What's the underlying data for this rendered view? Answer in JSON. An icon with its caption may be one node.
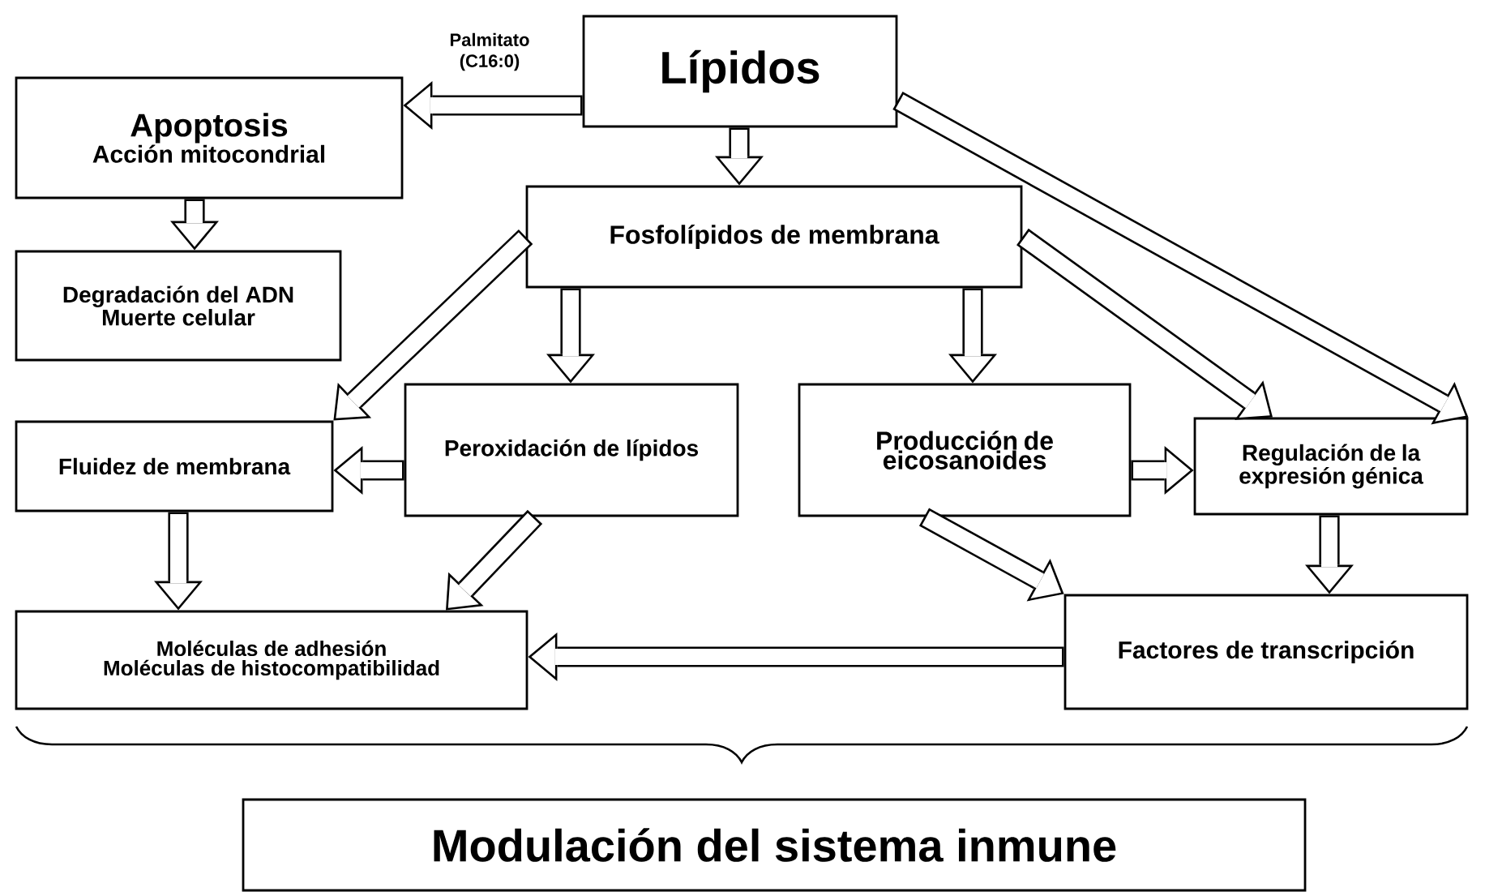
{
  "diagram": {
    "nodes": [
      {
        "text": [
          "Lípidos"
        ]
      },
      {
        "text": [
          "Apoptosis",
          "Acción mitocondrial"
        ]
      },
      {
        "text": [
          "Fosfolípidos de membrana"
        ]
      },
      {
        "text": [
          "Degradación del ADN",
          "Muerte celular"
        ]
      },
      {
        "text": [
          "Fluidez de membrana"
        ]
      },
      {
        "text": [
          "Peroxidación de lípidos"
        ]
      },
      {
        "text": [
          "Producción de eicosanoides"
        ]
      },
      {
        "text": [
          "Regulación de la expresión génica"
        ]
      },
      {
        "text": [
          "Moléculas de adhesión",
          "Moléculas de histocompatibilidad"
        ]
      },
      {
        "text": [
          "Factores de transcripción"
        ]
      },
      {
        "text": [
          "Modulación del sistema inmune"
        ]
      }
    ],
    "edges": [
      {
        "from": 0,
        "to": 1,
        "arrow": "to",
        "label": "Palmitato (C16:0)"
      },
      {
        "from": 0,
        "to": 2,
        "arrow": "to"
      },
      {
        "from": 1,
        "to": 3,
        "arrow": "to"
      },
      {
        "from": 2,
        "to": 4,
        "arrow": "to"
      },
      {
        "from": 2,
        "to": 5,
        "arrow": "to"
      },
      {
        "from": 2,
        "to": 6,
        "arrow": "to"
      },
      {
        "from": 2,
        "to": 7,
        "arrow": "to"
      },
      {
        "from": 0,
        "to": 7,
        "arrow": "to"
      },
      {
        "from": 5,
        "to": 4,
        "arrow": "to"
      },
      {
        "from": 6,
        "to": 7,
        "arrow": "to"
      },
      {
        "from": 4,
        "to": 8,
        "arrow": "to"
      },
      {
        "from": 5,
        "to": 8,
        "arrow": "to"
      },
      {
        "from": 6,
        "to": 9,
        "arrow": "to"
      },
      {
        "from": 7,
        "to": 9,
        "arrow": "to"
      },
      {
        "from": 9,
        "to": 8,
        "arrow": "to"
      }
    ]
  }
}
